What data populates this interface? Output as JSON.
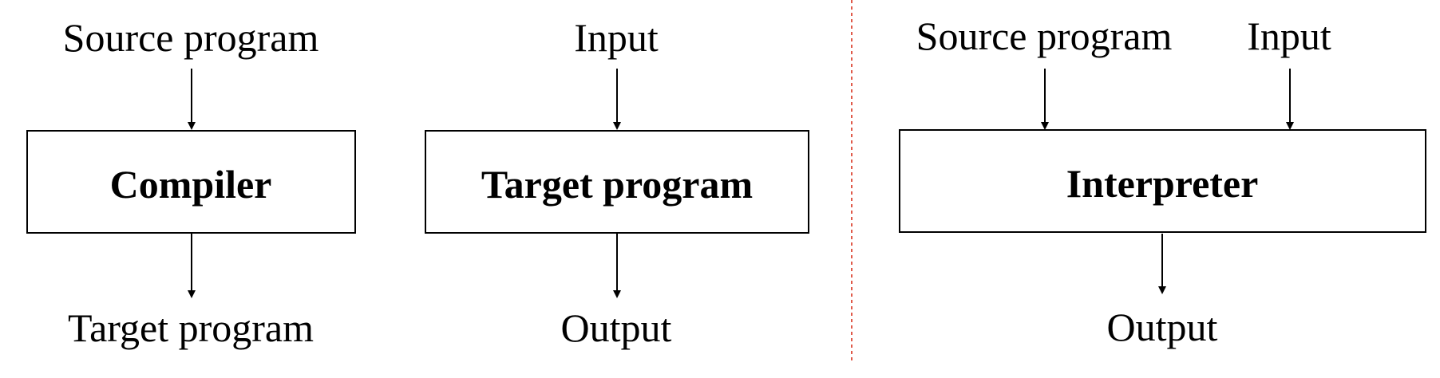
{
  "compiler_diagram": {
    "input_label": "Source program",
    "box_label": "Compiler",
    "output_label": "Target program"
  },
  "target_program_diagram": {
    "input_label": "Input",
    "box_label": "Target program",
    "output_label": "Output"
  },
  "interpreter_diagram": {
    "input_label_1": "Source program",
    "input_label_2": "Input",
    "box_label": "Interpreter",
    "output_label": "Output"
  },
  "colors": {
    "divider": "#e05a4a",
    "stroke": "#000000"
  }
}
